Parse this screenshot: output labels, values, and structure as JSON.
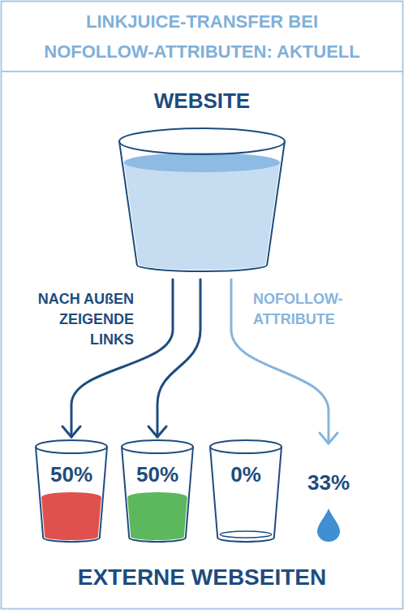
{
  "diagram": {
    "title": "LINKJUICE-TRANSFER BEI NOFOLLOW-ATTRIBUTEN: AKTUELL",
    "nodes": [
      {
        "text": [
          "WEBSITE"
        ]
      },
      {
        "text": [
          "50%"
        ]
      },
      {
        "text": [
          "50%"
        ]
      },
      {
        "text": [
          "0%"
        ]
      },
      {
        "text": [
          "33%"
        ]
      }
    ],
    "edges": [
      {
        "from": 0,
        "to": 1,
        "arrow": "to"
      },
      {
        "from": 0,
        "to": 2,
        "arrow": "to"
      },
      {
        "from": 0,
        "to": 4,
        "arrow": "to"
      }
    ],
    "labels": [
      "NACH AUßEN ZEIGENDE LINKS",
      "NOFOLLOW-ATTRIBUTE",
      "EXTERNE WEBSEITEN"
    ]
  }
}
